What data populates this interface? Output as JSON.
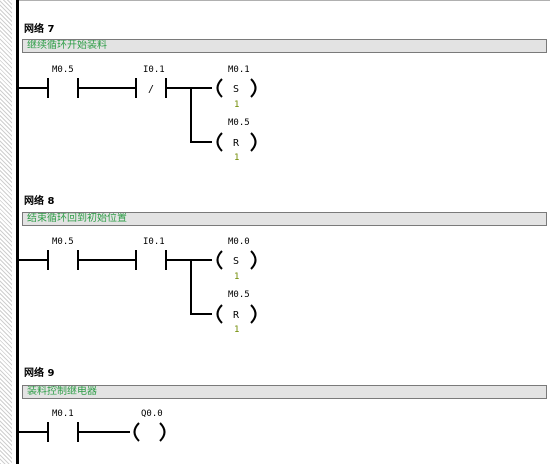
{
  "networks": [
    {
      "title": "网络 7",
      "comment": "继续循环开始装料",
      "contact1": "M0.5",
      "contact2": "I0.1",
      "contact2_symbol": "/",
      "coil_set_addr": "M0.1",
      "coil_set_label": "S",
      "coil_set_count": "1",
      "coil_reset_addr": "M0.5",
      "coil_reset_label": "R",
      "coil_reset_count": "1"
    },
    {
      "title": "网络 8",
      "comment": "结束循环回到初始位置",
      "contact1": "M0.5",
      "contact2": "I0.1",
      "coil_set_addr": "M0.0",
      "coil_set_label": "S",
      "coil_set_count": "1",
      "coil_reset_addr": "M0.5",
      "coil_reset_label": "R",
      "coil_reset_count": "1"
    },
    {
      "title": "网络 9",
      "comment": "装料控制继电器",
      "contact1": "M0.1",
      "coil_addr": "Q0.0"
    }
  ]
}
